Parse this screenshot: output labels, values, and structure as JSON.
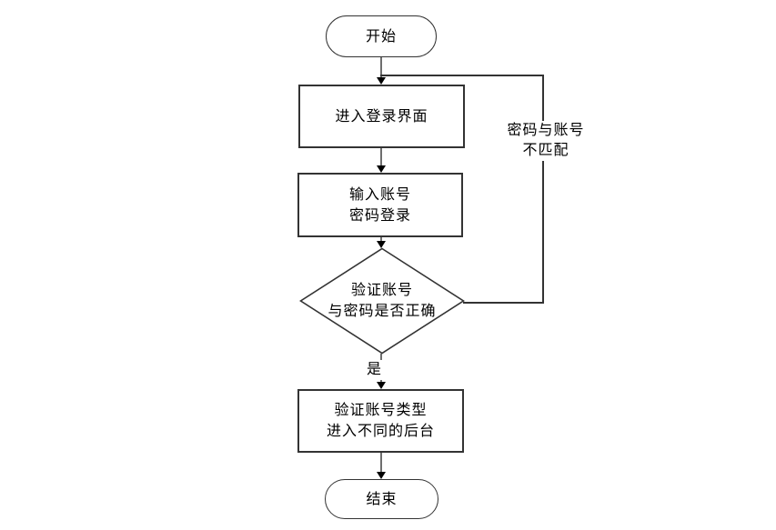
{
  "diagram": {
    "type": "flowchart",
    "language": "zh-CN"
  },
  "nodes": {
    "start": {
      "shape": "terminator",
      "label": "开始"
    },
    "enter_login": {
      "shape": "process",
      "label": "进入登录界面"
    },
    "input_credentials": {
      "shape": "process",
      "lines": [
        "输入账号",
        "密码登录"
      ]
    },
    "verify_credentials": {
      "shape": "decision",
      "lines": [
        "验证账号",
        "与密码是否正确"
      ]
    },
    "verify_account_type": {
      "shape": "process",
      "lines": [
        "验证账号类型",
        "进入不同的后台"
      ]
    },
    "end": {
      "shape": "terminator",
      "label": "结束"
    }
  },
  "edges": {
    "yes_label": "是",
    "mismatch_lines": [
      "密码与账号",
      "不匹配"
    ],
    "list": [
      {
        "from": "start",
        "to": "enter_login",
        "label": ""
      },
      {
        "from": "enter_login",
        "to": "input_credentials",
        "label": ""
      },
      {
        "from": "input_credentials",
        "to": "verify_credentials",
        "label": ""
      },
      {
        "from": "verify_credentials",
        "to": "verify_account_type",
        "label": "是"
      },
      {
        "from": "verify_account_type",
        "to": "end",
        "label": ""
      },
      {
        "from": "verify_credentials",
        "to": "enter_login",
        "label": "密码与账号不匹配"
      }
    ]
  },
  "colors": {
    "background": "#ffffff",
    "text": "#000000",
    "shape_border": "#333333",
    "connector": "#6e6e6e",
    "loop_line": "#333333",
    "arrowhead": "#000000"
  }
}
